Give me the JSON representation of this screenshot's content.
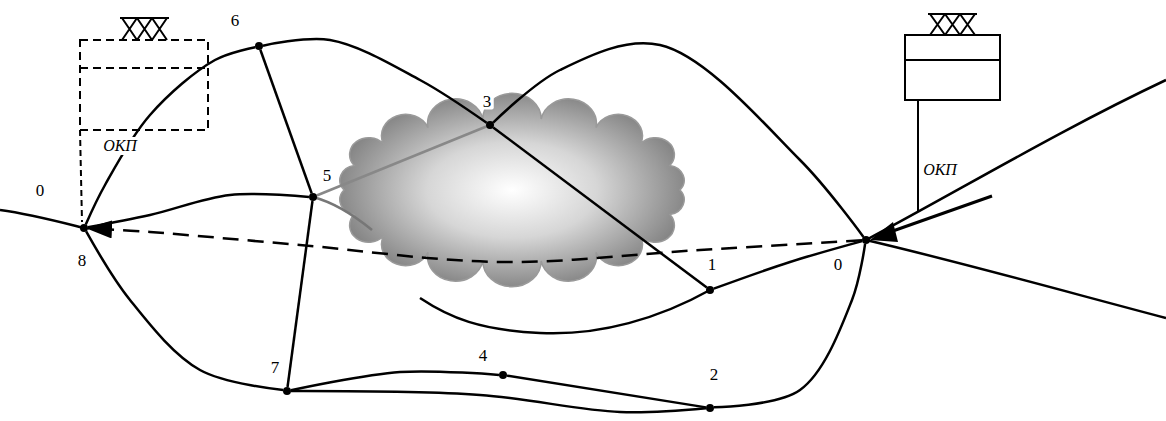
{
  "diagram": {
    "nodes": [
      {
        "text": [
          "0"
        ]
      },
      {
        "text": [
          "1"
        ]
      },
      {
        "text": [
          "2"
        ]
      },
      {
        "text": [
          "3"
        ]
      },
      {
        "text": [
          "4"
        ]
      },
      {
        "text": [
          "5"
        ]
      },
      {
        "text": [
          "6"
        ]
      },
      {
        "text": [
          "7"
        ]
      },
      {
        "text": [
          "8"
        ]
      }
    ],
    "edges": [
      {
        "from": 0,
        "to": 8,
        "arrow": "to"
      },
      {
        "from": 0,
        "to": 1,
        "arrow": "none"
      },
      {
        "from": 0,
        "to": 2,
        "arrow": "none"
      },
      {
        "from": 0,
        "to": 3,
        "arrow": "none"
      },
      {
        "from": 3,
        "to": 1,
        "arrow": "none"
      },
      {
        "from": 3,
        "to": 6,
        "arrow": "none"
      },
      {
        "from": 3,
        "to": 5,
        "arrow": "none"
      },
      {
        "from": 6,
        "to": 5,
        "arrow": "none"
      },
      {
        "from": 6,
        "to": 8,
        "arrow": "none"
      },
      {
        "from": 5,
        "to": 7,
        "arrow": "none"
      },
      {
        "from": 5,
        "to": 8,
        "arrow": "none"
      },
      {
        "from": 8,
        "to": 7,
        "arrow": "none"
      },
      {
        "from": 7,
        "to": 4,
        "arrow": "none"
      },
      {
        "from": 7,
        "to": 2,
        "arrow": "none"
      },
      {
        "from": 4,
        "to": 2,
        "arrow": "none"
      }
    ],
    "labels": [
      "ОКП",
      "0",
      "ОКП"
    ]
  }
}
